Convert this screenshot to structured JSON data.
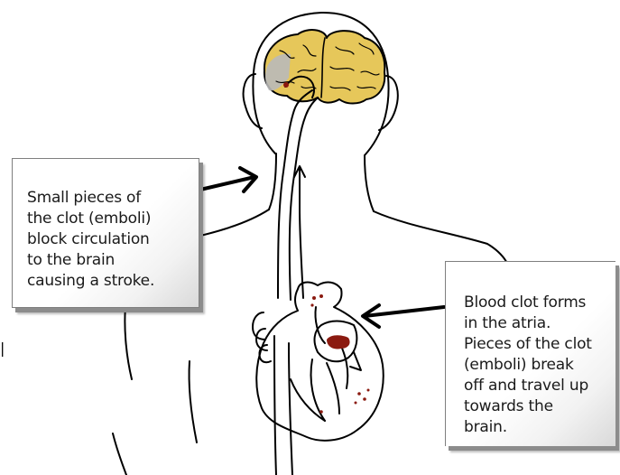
{
  "callouts": {
    "left": {
      "text": "Small pieces of\nthe clot (emboli)\nblock circulation\nto the brain\ncausing a stroke."
    },
    "right": {
      "text": "Blood clot forms\nin the atria.\nPieces of the clot\n(emboli) break\noff and travel up\ntowards the\nbrain."
    }
  },
  "icons": [
    "human-figure-outline",
    "brain-icon",
    "heart-icon",
    "artery-icon",
    "arrow-icon"
  ],
  "colors": {
    "brain_fill": "#e6c75a",
    "stroke_area": "#b9b9b9",
    "clot": "#8b1a10",
    "outline": "#000000",
    "callout_shadow": "#8c8c8c"
  }
}
